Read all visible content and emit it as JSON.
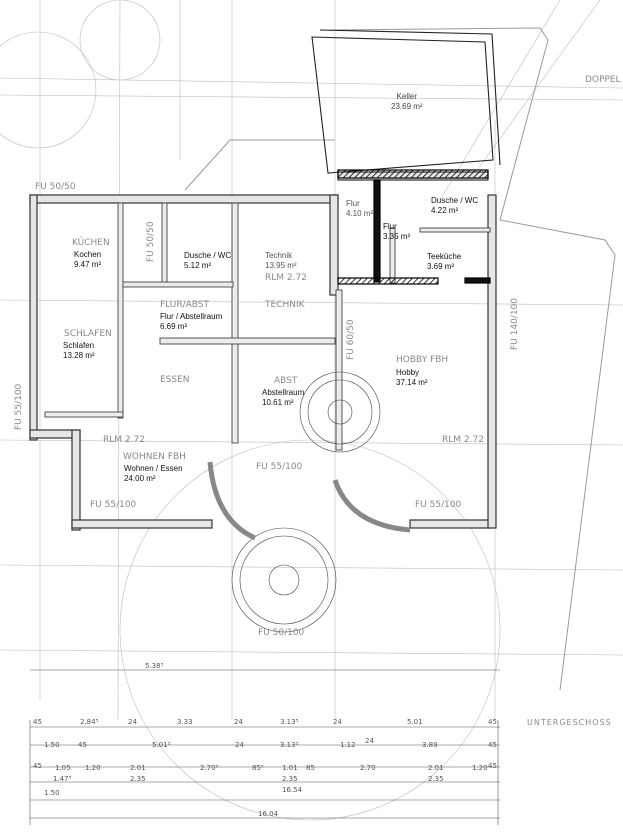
{
  "rooms": {
    "keller": {
      "name": "Keller",
      "area": "23.69 m²"
    },
    "kochen": {
      "name": "Kochen",
      "area": "9.47 m²"
    },
    "dusche1": {
      "name": "Dusche / WC",
      "area": "5.12 m²"
    },
    "technik": {
      "name": "Technik",
      "area": "13.95 m²"
    },
    "flur1": {
      "name": "Flur",
      "area": "4.10 m²"
    },
    "flur2": {
      "name": "Flur",
      "area": "3.35 m²"
    },
    "dusche2": {
      "name": "Dusche / WC",
      "area": "4.22 m²"
    },
    "teekueche": {
      "name": "Teeküche",
      "area": "3.69 m²"
    },
    "flur_abstell": {
      "name": "Flur / Abstellraum",
      "area": "6.69 m²"
    },
    "schlafen": {
      "name": "Schlafen",
      "area": "13.28 m²"
    },
    "abstellraum": {
      "name": "Abstellraum",
      "area": "10.61 m²"
    },
    "hobby": {
      "name": "Hobby",
      "area": "37.14 m²"
    },
    "wohnen": {
      "name": "Wohnen / Essen",
      "area": "24.00 m²"
    }
  },
  "drawing_labels": {
    "title": "UNTERGESCHOSS",
    "doppel": "DOPPEL",
    "kochen_caps": "KÜCHEN",
    "schlafen_caps": "SCHLAFEN",
    "essen_caps": "ESSEN",
    "wohnen_caps": "WOHNEN FBH",
    "flur_caps": "FLUR/ABST",
    "technik_caps": "TECHNIK",
    "hobby_caps": "HOBBY FBH",
    "abst_caps": "ABST",
    "rlm1": "RLM 2.72",
    "rlm2": "RLM 2.72",
    "rlm3": "RLM 2.72",
    "fu1": "FU 50/50",
    "fu2": "FU 55/100",
    "fu3": "FU 55/100",
    "fu4": "FU 55/100",
    "fu5": "FU 50/100",
    "fu6": "FU 50/50",
    "fu7": "FU 55/100",
    "fu8": "FU 60/50",
    "fu9": "FU 140/100"
  },
  "dimensions": {
    "row1": [
      "45",
      "2.84⁵",
      "24",
      "3.33",
      "24",
      "3.13⁵",
      "24",
      "5.01",
      "45"
    ],
    "row2": [
      "1.50",
      "45",
      "5.01⁵",
      "24",
      "3.13⁵",
      "1.12",
      "24",
      "3.89",
      "45"
    ],
    "row3": [
      "45",
      "1.05",
      "1.20",
      "2.01",
      "2.70⁵",
      "85⁵",
      "1.01",
      "85",
      "2.70",
      "2.01",
      "1.20",
      "45"
    ],
    "row3b": [
      "1.47⁵",
      "2.35",
      "2.35",
      "2.35"
    ],
    "row4": [
      "1.50",
      "16.54"
    ],
    "total": "16.04",
    "top": "5.38⁵"
  }
}
